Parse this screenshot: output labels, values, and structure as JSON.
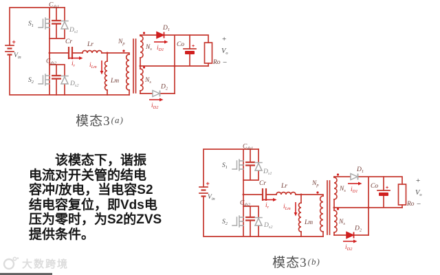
{
  "colors": {
    "wire_red": "#c5372e",
    "bright_red": "#d01f1f",
    "component_gray": "#a9a9a9",
    "label_maroon": "#703a33",
    "label_dark": "#4a4a4a",
    "caption_gray": "#4f4f4f",
    "text_black": "#161616",
    "watermark_gray": "#dcdcdc",
    "background": "#ffffff"
  },
  "description": {
    "lines": [
      "　　该模态下，谐振",
      "电流对开关管的结电",
      "容冲/放电，当电容S2",
      "结电容复位，即Vds电",
      "压为零时，为S2的ZVS",
      "提供条件。"
    ]
  },
  "captions": {
    "a": {
      "main": "模态3",
      "sub": "(a)"
    },
    "b": {
      "main": "模态3",
      "sub": "(b)"
    }
  },
  "watermark": {
    "text": "大数跨境"
  },
  "circuit": {
    "labels": {
      "battery_plus": "+",
      "vin": {
        "base": "V",
        "sub": "in"
      },
      "s1": {
        "base": "S",
        "sub": "1"
      },
      "s2": {
        "base": "S",
        "sub": "2"
      },
      "cds1": {
        "base": "C",
        "sub": "ds1"
      },
      "cds2": {
        "base": "C",
        "sub": "ds2"
      },
      "ds1": {
        "base": "D",
        "sub": "s1"
      },
      "ds2": {
        "base": "D",
        "sub": "s2"
      },
      "cr": "Cr",
      "lr": "Lr",
      "lm": "Lm",
      "ir": {
        "base": "i",
        "sub": "r"
      },
      "ilm": {
        "base": "i",
        "sub": "Lm"
      },
      "np": {
        "base": "N",
        "sub": "p"
      },
      "ns_top": {
        "base": "N",
        "sub": "s"
      },
      "ns_bot": {
        "base": "N",
        "sub": "s"
      },
      "d1": {
        "base": "D",
        "sub": "1"
      },
      "d2": {
        "base": "D",
        "sub": "2"
      },
      "id1": {
        "base": "i",
        "sub": "D1"
      },
      "id2": {
        "base": "i",
        "sub": "D2"
      },
      "co": "Co",
      "co_plus": "+",
      "ro": "Ro",
      "out_plus": "+",
      "vo": {
        "base": "V",
        "sub": "o"
      },
      "out_minus": "−"
    }
  }
}
